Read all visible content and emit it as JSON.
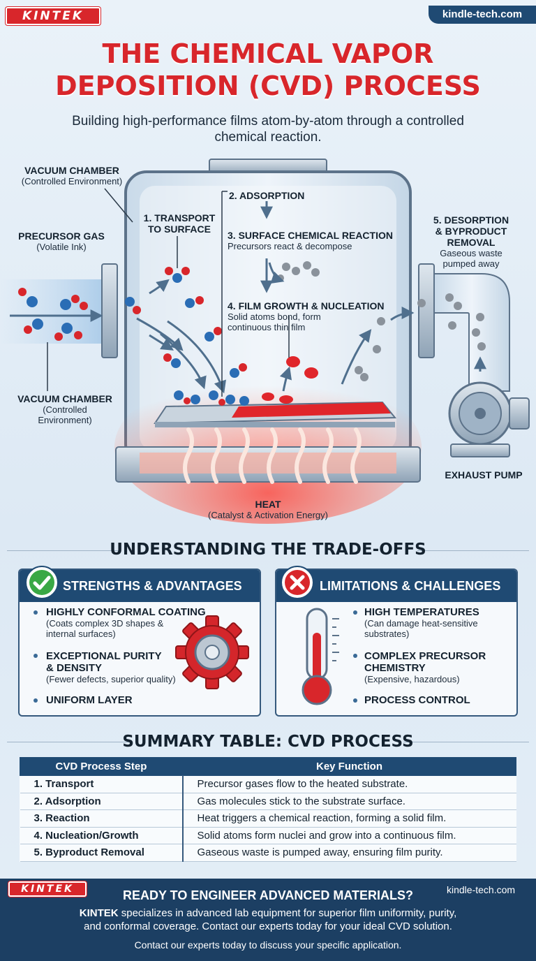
{
  "brand": {
    "logo": "KINTEK",
    "site": "kindle-tech.com",
    "accent": "#d8262b",
    "navy": "#1f4a73"
  },
  "header": {
    "title_line1": "THE CHEMICAL VAPOR",
    "title_line2": "DEPOSITION (CVD) PROCESS",
    "subtitle": "Building high-performance films atom-by-atom through a controlled chemical reaction."
  },
  "diagram": {
    "vacuum_top": {
      "title": "VACUUM CHAMBER",
      "sub": "(Controlled Environment)"
    },
    "precursor": {
      "title": "PRECURSOR GAS",
      "sub": "(Volatile Ink)"
    },
    "vacuum_bottom": {
      "title": "VACUUM CHAMBER",
      "sub1": "(Controlled",
      "sub2": "Environment)"
    },
    "step1": {
      "line1": "1. TRANSPORT",
      "line2": "TO SURFACE"
    },
    "step2": "2. ADSORPTION",
    "step3": {
      "title": "3. SURFACE CHEMICAL REACTION",
      "sub": "Precursors react & decompose"
    },
    "step4": {
      "title": "4. FILM GROWTH & NUCLEATION",
      "sub1": "Solid atoms bond, form",
      "sub2": "continuous thin film"
    },
    "step5": {
      "line1": "5. DESORPTION",
      "line2": "& BYPRODUCT",
      "line3": "REMOVAL",
      "sub1": "Gaseous waste",
      "sub2": "pumped away"
    },
    "pump": "EXHAUST PUMP",
    "heat": {
      "title": "HEAT",
      "sub": "(Catalyst & Activation Energy)"
    }
  },
  "tradeoffs": {
    "heading": "UNDERSTANDING THE TRADE-OFFS",
    "strengths": {
      "title": "STRENGTHS & ADVANTAGES",
      "items": [
        {
          "title": "HIGHLY CONFORMAL COATING",
          "sub1": "(Coats complex 3D shapes &",
          "sub2": "internal surfaces)"
        },
        {
          "title1": "EXCEPTIONAL PURITY",
          "title2": "& DENSITY",
          "sub": "(Fewer defects, superior quality)"
        },
        {
          "title": "UNIFORM LAYER"
        }
      ]
    },
    "limits": {
      "title": "LIMITATIONS & CHALLENGES",
      "items": [
        {
          "title": "HIGH TEMPERATURES",
          "sub1": "(Can damage heat-sensitive",
          "sub2": "substrates)"
        },
        {
          "title1": "COMPLEX PRECURSOR",
          "title2": "CHEMISTRY",
          "sub": "(Expensive, hazardous)"
        },
        {
          "title": "PROCESS CONTROL"
        }
      ]
    }
  },
  "summary": {
    "heading": "SUMMARY TABLE: CVD PROCESS",
    "columns": [
      "CVD Process Step",
      "Key Function"
    ],
    "rows": [
      [
        "1. Transport",
        "Precursor gases flow to the heated substrate."
      ],
      [
        "2. Adsorption",
        "Gas molecules stick to the substrate surface."
      ],
      [
        "3. Reaction",
        "Heat triggers a chemical reaction, forming a solid film."
      ],
      [
        "4. Nucleation/Growth",
        "Solid atoms form nuclei and grow into a continuous film."
      ],
      [
        "5. Byproduct Removal",
        "Gaseous waste is pumped away, ensuring film purity."
      ]
    ]
  },
  "footer": {
    "heading": "READY TO ENGINEER ADVANCED MATERIALS?",
    "brand": "KINTEK",
    "body1": " specializes in advanced lab equipment for superior film uniformity, purity,",
    "body2": "and conformal coverage. Contact our experts today for your ideal CVD solution.",
    "cta": "Contact our experts today to discuss your specific application."
  }
}
